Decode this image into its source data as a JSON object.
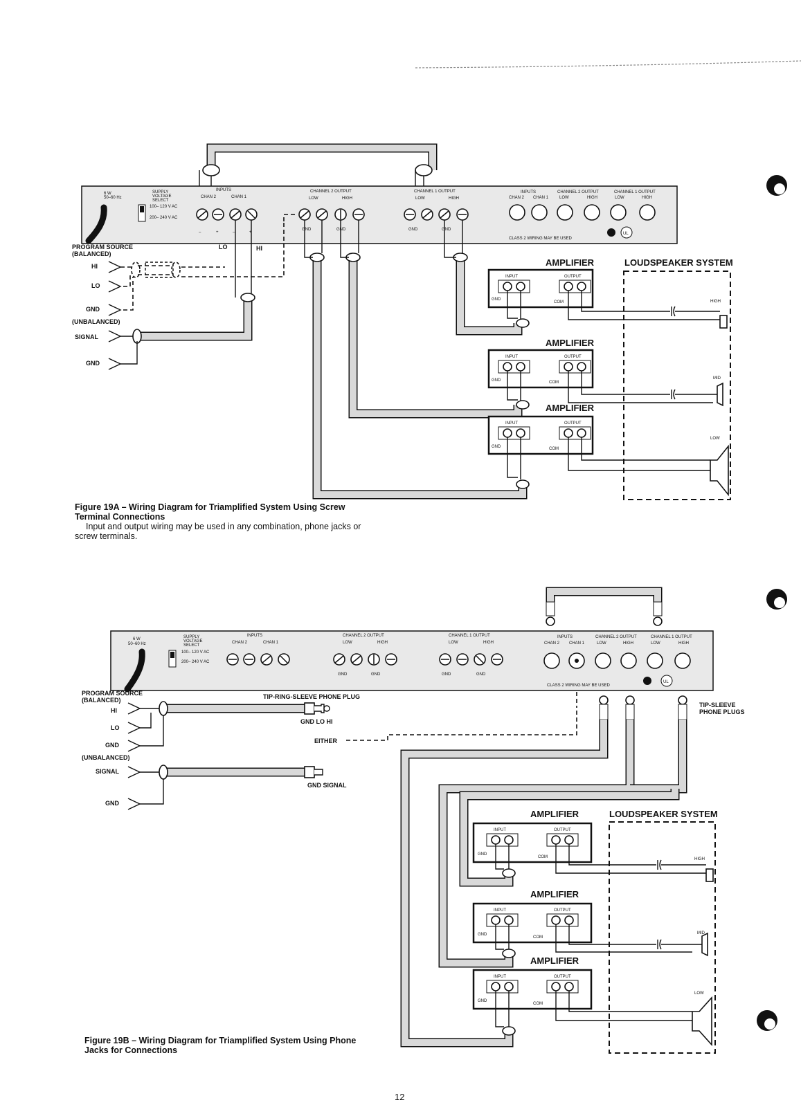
{
  "fig_a": {
    "panel": {
      "power": "6 W\n50–60 Hz",
      "supply": "SUPPLY\nVOLTAGE\nSELECT",
      "v1": "100–\n120 V AC",
      "v2": "200–\n240 V AC",
      "inputs": "INPUTS",
      "chan2": "CHAN 2",
      "chan1": "CHAN 1",
      "ch2out": "CHANNEL 2 OUTPUT",
      "ch1out": "CHANNEL 1 OUTPUT",
      "low": "LOW",
      "high": "HIGH",
      "gnd": "GND",
      "class2": "CLASS 2 WIRING MAY BE USED",
      "minus": "–",
      "plus": "+"
    },
    "source_balanced": "PROGRAM SOURCE\n(BALANCED)",
    "hi": "HI",
    "lo": "LO",
    "gnd": "GND",
    "unbalanced": "(UNBALANCED)",
    "signal": "SIGNAL",
    "lo_term": "LO",
    "hi_term": "HI",
    "amplifier": "AMPLIFIER",
    "input": "INPUT",
    "output": "OUTPUT",
    "com": "COM",
    "loudspeaker": "LOUDSPEAKER SYSTEM",
    "spk_high": "HIGH",
    "spk_mid": "MID",
    "spk_low": "LOW",
    "caption_title": "Figure 19A – Wiring Diagram for Triamplified System Using Screw Terminal Connections",
    "caption_body": "Input and output wiring may be used in any combination, phone jacks or screw terminals."
  },
  "fig_b": {
    "tip_ring": "TIP-RING-SLEEVE PHONE PLUG",
    "gnd_lo_hi": "GND LO HI",
    "either": "EITHER",
    "gnd_signal": "GND SIGNAL",
    "tip_sleeve": "TIP-SLEEVE\nPHONE PLUGS",
    "caption_title": "Figure 19B – Wiring Diagram for Triamplified System Using Phone Jacks for Connections"
  },
  "page_number": "12"
}
